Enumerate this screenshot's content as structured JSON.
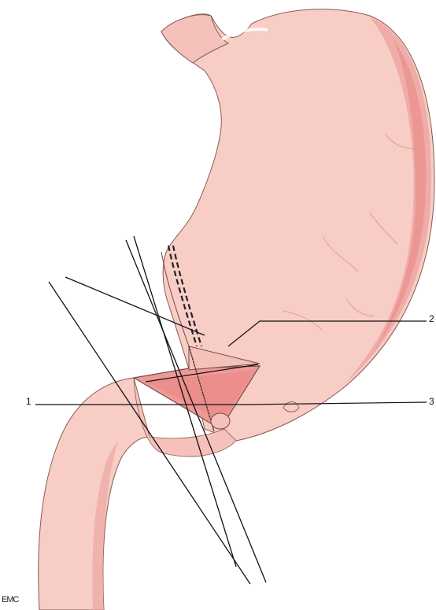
{
  "labels": {
    "one": "1",
    "two": "2",
    "three": "3"
  },
  "credit": "EMC",
  "colors": {
    "tissue_fill": "#f7cdc6",
    "tissue_shade": "#eea6a2",
    "tissue_deep": "#e98987",
    "mucosa": "#ef9a98",
    "outline": "#8a5a55",
    "line": "#111111"
  }
}
